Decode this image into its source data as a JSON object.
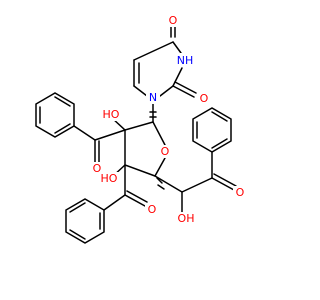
{
  "molecule": {
    "atom_labels": {
      "uracil_o4": "O",
      "uracil_n3h": "NH",
      "uracil_o2": "O",
      "uracil_n1": "N",
      "ho_c2": "HO",
      "ring_o": "O",
      "ketone_o_left": "O",
      "ho_c3": "HO",
      "ketone_o_right": "O",
      "ketone_o_bottom": "O",
      "side_oh": "OH"
    },
    "colors": {
      "carbon_bond": "#000000",
      "oxygen": "#ff0000",
      "nitrogen": "#0000ff"
    }
  }
}
